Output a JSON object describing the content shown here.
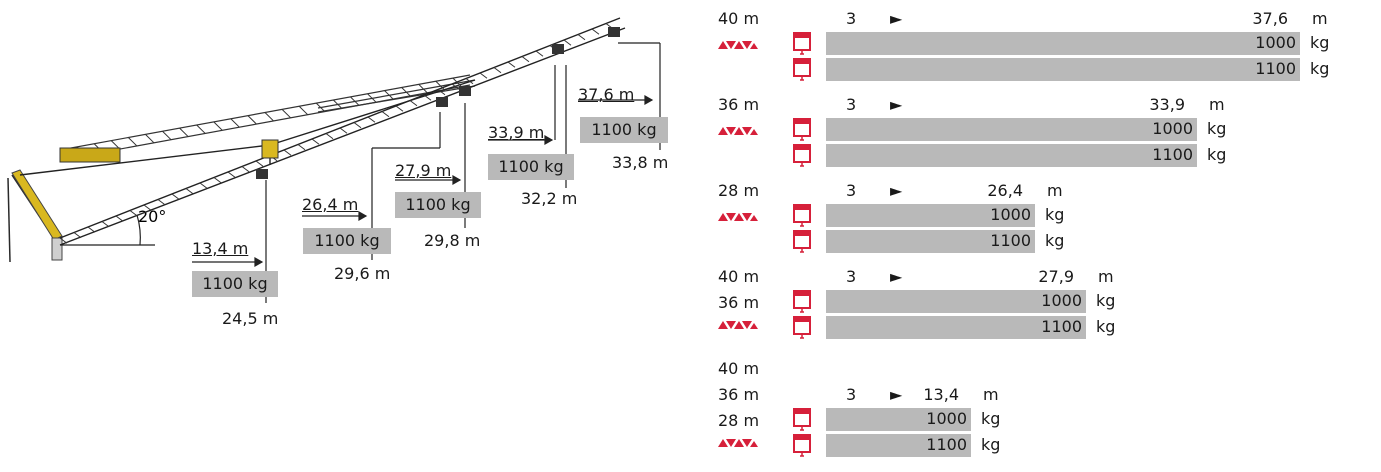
{
  "crane": {
    "angle": "20°",
    "stations": [
      {
        "radius": "13,4 m",
        "load": "1100 kg",
        "height": "24,5 m"
      },
      {
        "radius": "26,4 m",
        "load": "1100 kg",
        "height": "29,6 m"
      },
      {
        "radius": "27,9 m",
        "load": "1100 kg",
        "height": "29,8 m"
      },
      {
        "radius": "33,9 m",
        "load": "1100 kg",
        "height": "32,2 m"
      },
      {
        "radius": "37,6 m",
        "load": "1100 kg",
        "height": "33,8 m"
      }
    ]
  },
  "table": {
    "groups": [
      {
        "boom_lengths": [
          "40 m"
        ],
        "falls": "3",
        "arrow": "►",
        "reach": "37,6",
        "reach_unit": "m",
        "rows": [
          {
            "value": "1000",
            "unit": "kg",
            "frac": 1.0
          },
          {
            "value": "1100",
            "unit": "kg",
            "frac": 1.0
          }
        ]
      },
      {
        "boom_lengths": [
          "36 m"
        ],
        "falls": "3",
        "arrow": "►",
        "reach": "33,9",
        "reach_unit": "m",
        "rows": [
          {
            "value": "1000",
            "unit": "kg",
            "frac": 0.782
          },
          {
            "value": "1100",
            "unit": "kg",
            "frac": 0.782
          }
        ]
      },
      {
        "boom_lengths": [
          "28 m"
        ],
        "falls": "3",
        "arrow": "►",
        "reach": "26,4",
        "reach_unit": "m",
        "rows": [
          {
            "value": "1000",
            "unit": "kg",
            "frac": 0.441
          },
          {
            "value": "1100",
            "unit": "kg",
            "frac": 0.441
          }
        ]
      },
      {
        "boom_lengths": [
          "40 m",
          "36 m"
        ],
        "falls": "3",
        "arrow": "►",
        "reach": "27,9",
        "reach_unit": "m",
        "rows": [
          {
            "value": "1000",
            "unit": "kg",
            "frac": 0.549
          },
          {
            "value": "1100",
            "unit": "kg",
            "frac": 0.549
          }
        ]
      },
      {
        "boom_lengths": [
          "40 m",
          "36 m",
          "28 m"
        ],
        "falls": "3",
        "arrow": "►",
        "reach": "13,4",
        "reach_unit": "m",
        "rows": [
          {
            "value": "1000",
            "unit": "kg",
            "frac": 0.305
          },
          {
            "value": "1100",
            "unit": "kg",
            "frac": 0.305
          }
        ]
      }
    ]
  },
  "colors": {
    "bar": "#b9b9b9",
    "accent": "#d6203a",
    "jib": "#d9b820"
  },
  "icons": [
    "counterweight-icon",
    "hook-icon",
    "trolley-icon"
  ]
}
